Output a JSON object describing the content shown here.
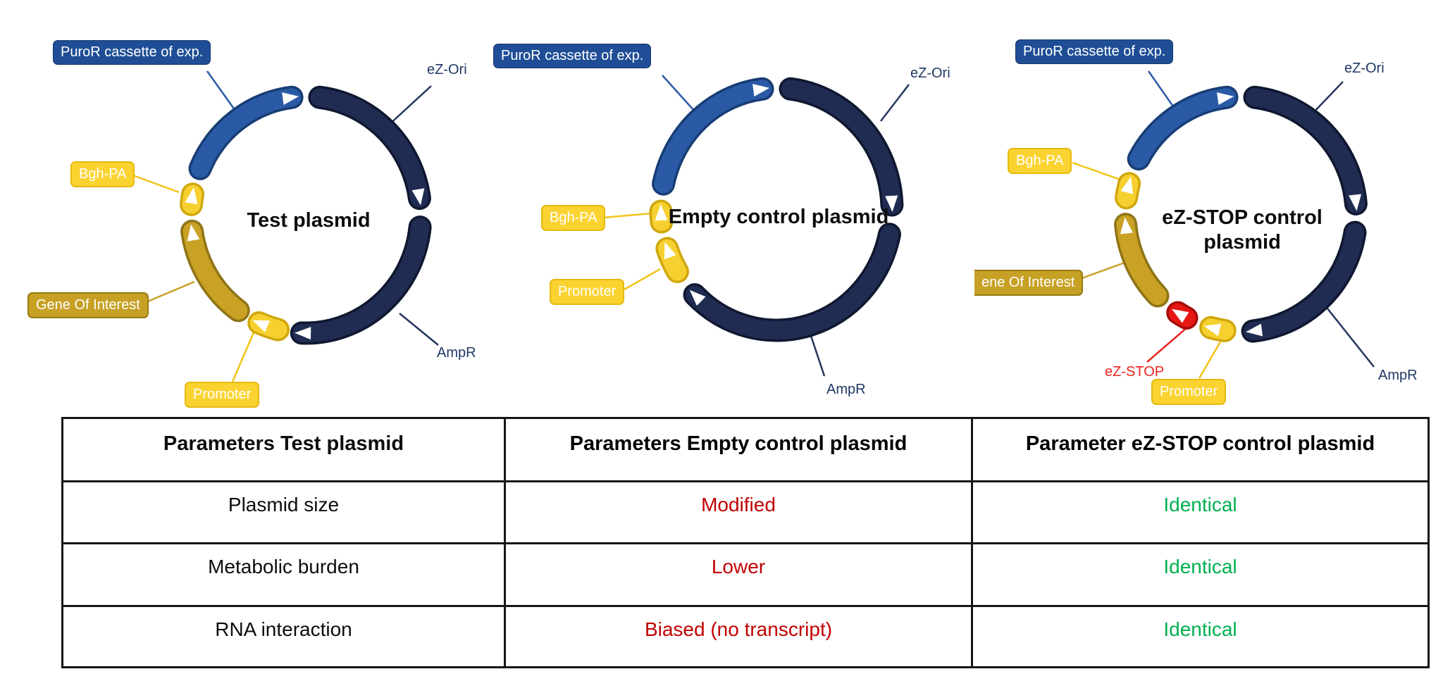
{
  "plasmids": [
    {
      "name": "test-plasmid",
      "title": "Test plasmid",
      "callouts": {
        "puror": "PuroR cassette of exp.",
        "ez_ori": "eZ-Ori",
        "bgh_pa": "Bgh-PA",
        "goi": "Gene Of Interest",
        "promoter": "Promoter",
        "ampr": "AmpR"
      },
      "segments": [
        {
          "name": "eZ-Ori",
          "color": "navy",
          "start": 2,
          "end": 87
        },
        {
          "name": "AmpR",
          "color": "navy",
          "start": 91,
          "end": 187
        },
        {
          "name": "Promoter",
          "color": "yellow",
          "start": 189,
          "end": 209
        },
        {
          "name": "Gene Of Interest",
          "color": "gold",
          "start": 211,
          "end": 267
        },
        {
          "name": "Bgh-PA",
          "color": "yellow",
          "start": 270,
          "end": 285
        },
        {
          "name": "PuroR cassette of exp.",
          "color": "blue",
          "start": 288,
          "end": 358
        }
      ]
    },
    {
      "name": "empty-control-plasmid",
      "title": "Empty control plasmid",
      "callouts": {
        "puror": "PuroR cassette of exp.",
        "ez_ori": "eZ-Ori",
        "bgh_pa": "Bgh-PA",
        "promoter": "Promoter",
        "ampr": "AmpR"
      },
      "segments": [
        {
          "name": "eZ-Ori",
          "color": "navy",
          "start": 2,
          "end": 93
        },
        {
          "name": "AmpR",
          "color": "navy",
          "start": 97,
          "end": 230
        },
        {
          "name": "Promoter",
          "color": "yellow",
          "start": 234,
          "end": 256
        },
        {
          "name": "Bgh-PA",
          "color": "yellow",
          "start": 259,
          "end": 274
        },
        {
          "name": "PuroR cassette of exp.",
          "color": "blue",
          "start": 277,
          "end": 358
        }
      ]
    },
    {
      "name": "ez-stop-control-plasmid",
      "title": "eZ-STOP control plasmid",
      "callouts": {
        "puror": "PuroR cassette of exp.",
        "ez_ori": "eZ-Ori",
        "bgh_pa": "Bgh-PA",
        "goi": "ene Of Interest",
        "ez_stop": "eZ-STOP",
        "promoter": "Promoter",
        "ampr": "AmpR"
      },
      "segments": [
        {
          "name": "eZ-Ori",
          "color": "navy",
          "start": 2,
          "end": 90
        },
        {
          "name": "AmpR",
          "color": "navy",
          "start": 94,
          "end": 179
        },
        {
          "name": "Promoter",
          "color": "yellow",
          "start": 183,
          "end": 200
        },
        {
          "name": "eZ-STOP",
          "color": "red",
          "start": 203,
          "end": 218
        },
        {
          "name": "Gene Of Interest",
          "color": "gold",
          "start": 221,
          "end": 270
        },
        {
          "name": "Bgh-PA",
          "color": "yellow",
          "start": 273,
          "end": 290
        },
        {
          "name": "PuroR cassette of exp.",
          "color": "blue",
          "start": 293,
          "end": 358
        }
      ]
    }
  ],
  "table": {
    "headers": [
      "Parameters Test plasmid",
      "Parameters Empty control plasmid",
      "Parameter eZ-STOP control plasmid"
    ],
    "rows": [
      {
        "parameter": "Plasmid size",
        "empty_control": "Modified",
        "ez_stop": "Identical"
      },
      {
        "parameter": "Metabolic burden",
        "empty_control": "Lower",
        "ez_stop": "Identical"
      },
      {
        "parameter": "RNA interaction",
        "empty_control": "Biased (no transcript)",
        "ez_stop": "Identical"
      }
    ]
  },
  "colors": {
    "segment_navy": "#202c52",
    "segment_blue": "#2a5aa5",
    "segment_yellow": "#f6d02f",
    "segment_gold": "#c8a125",
    "segment_red": "#e71712",
    "callout_blue_bg": "#1f4e96",
    "callout_yellow_bg": "#fbd331",
    "callout_gold_bg": "#c7a125",
    "plain_label_text": "#1f3864",
    "ez_stop_label_text": "#e8251f",
    "table_negative_text": "#c00000",
    "table_positive_text": "#00b050"
  }
}
